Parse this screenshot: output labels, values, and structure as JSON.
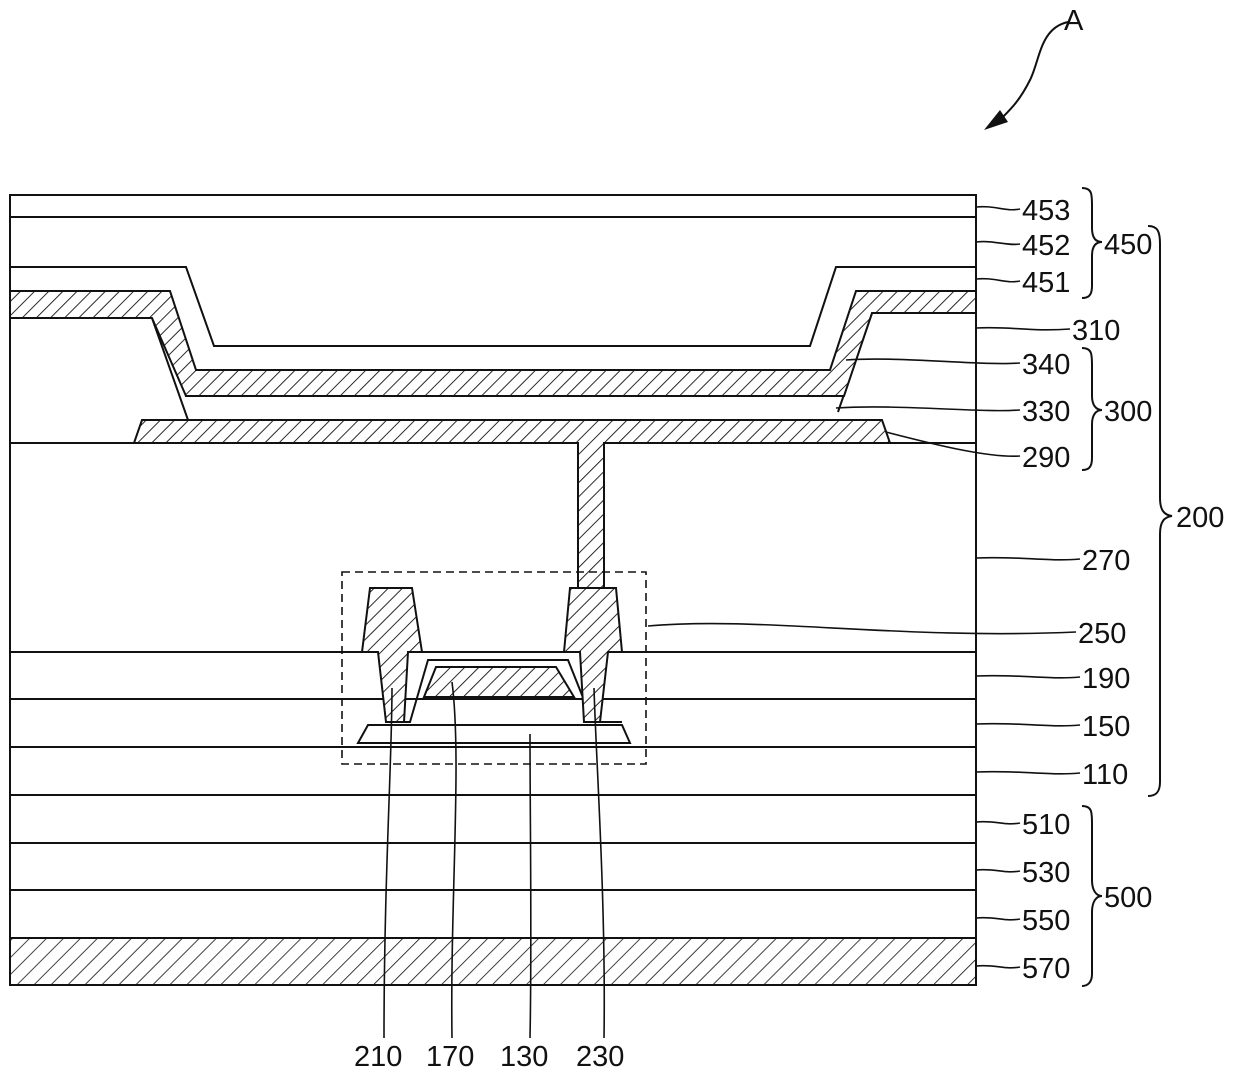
{
  "figure": {
    "view_label": "A",
    "layer_labels": {
      "l453": "453",
      "l452": "452",
      "l451": "451",
      "l310": "310",
      "l340": "340",
      "l330": "330",
      "l290": "290",
      "l270": "270",
      "l250": "250",
      "l190": "190",
      "l150": "150",
      "l110": "110",
      "l510": "510",
      "l530": "530",
      "l550": "550",
      "l570": "570"
    },
    "group_labels": {
      "g450": "450",
      "g300": "300",
      "g200": "200",
      "g500": "500"
    },
    "bottom_labels": {
      "b210": "210",
      "b170": "170",
      "b130": "130",
      "b230": "230"
    }
  }
}
